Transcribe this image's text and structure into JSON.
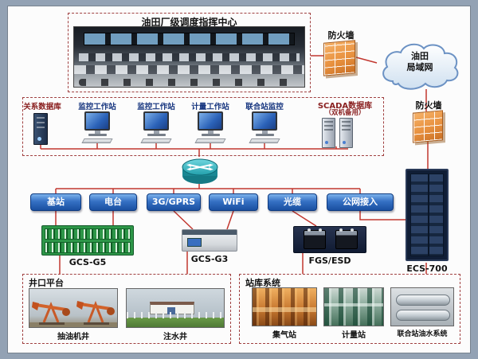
{
  "title": "油田厂级调度指挥中心",
  "network": {
    "firewall_top": "防火墙",
    "firewall_right": "防火墙",
    "cloud_line1": "油田",
    "cloud_line2": "局域网"
  },
  "workstations": {
    "labels": [
      "关系数据库",
      "监控工作站",
      "监控工作站",
      "计量工作站",
      "联合站监控"
    ],
    "scada_title": "SCADA数据库",
    "scada_sub": "（双机备用）"
  },
  "comm_links": [
    "基站",
    "电台",
    "3G/GPRS",
    "WiFi",
    "光缆",
    "公网接入"
  ],
  "equipment": [
    "GCS-G5",
    "GCS-G3",
    "FGS/ESD",
    "ECS-700"
  ],
  "wellhead": {
    "title": "井口平台",
    "items": [
      "抽油机井",
      "注水井"
    ]
  },
  "station": {
    "title": "站库系统",
    "items": [
      "集气站",
      "计量站",
      "联合站油水系统"
    ]
  },
  "colors": {
    "line_red": "#c2372f",
    "comm_blue": "#1e55a8",
    "firewall_orange": "#e8913f",
    "rack_green": "#2d9648",
    "dash_red": "#a04040"
  }
}
